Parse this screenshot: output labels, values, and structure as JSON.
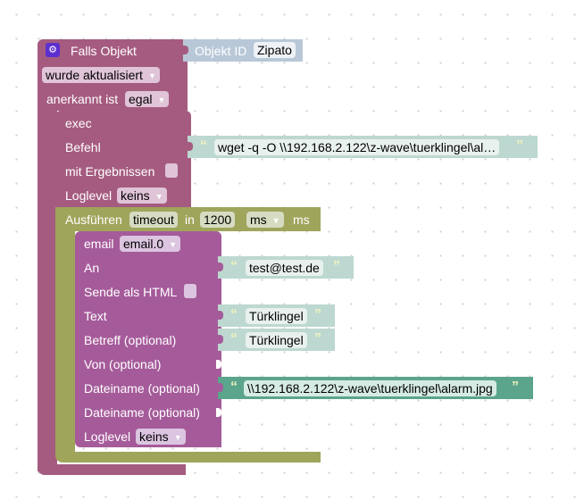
{
  "trigger": {
    "title": "Falls Objekt",
    "icon": "gear-icon",
    "object_id_label": "Objekt ID",
    "object_id_value": "Zipato",
    "condition": "wurde aktualisiert",
    "ack_label": "anerkannt ist",
    "ack_value": "egal"
  },
  "exec": {
    "title": "exec",
    "command_label": "Befehl",
    "command_value": "wget -q -O \\\\192.168.2.122\\z-wave\\tuerklingel\\al…",
    "with_results_label": "mit Ergebnissen",
    "loglevel_label": "Loglevel",
    "loglevel_value": "keins"
  },
  "timeout": {
    "label": "Ausführen",
    "name": "timeout",
    "in_label": "in",
    "value": "1200",
    "unit_select": "ms",
    "unit_label": "ms"
  },
  "email": {
    "title": "email",
    "instance": "email.0",
    "to_label": "An",
    "to_value": "test@test.de",
    "html_label": "Sende als HTML",
    "text_label": "Text",
    "text_value": "Türklingel",
    "subject_label": "Betreff (optional)",
    "subject_value": "Türklingel",
    "from_label": "Von (optional)",
    "file1_label": "Dateiname (optional)",
    "file1_value": "\\\\192.168.2.122\\z-wave\\tuerklingel\\alarm.jpg",
    "file2_label": "Dateiname (optional)",
    "loglevel_label": "Loglevel",
    "loglevel_value": "keins"
  },
  "quotes": {
    "open": "“",
    "close": "”"
  },
  "colors": {
    "trigger": "#a55b80",
    "exec": "#a55b80",
    "timeout": "#9fa55b",
    "email": "#a55b9a",
    "text_block": "#bdd8d0",
    "text_block_dark": "#5ba58c",
    "object_id_block": "#b9c8d8"
  }
}
